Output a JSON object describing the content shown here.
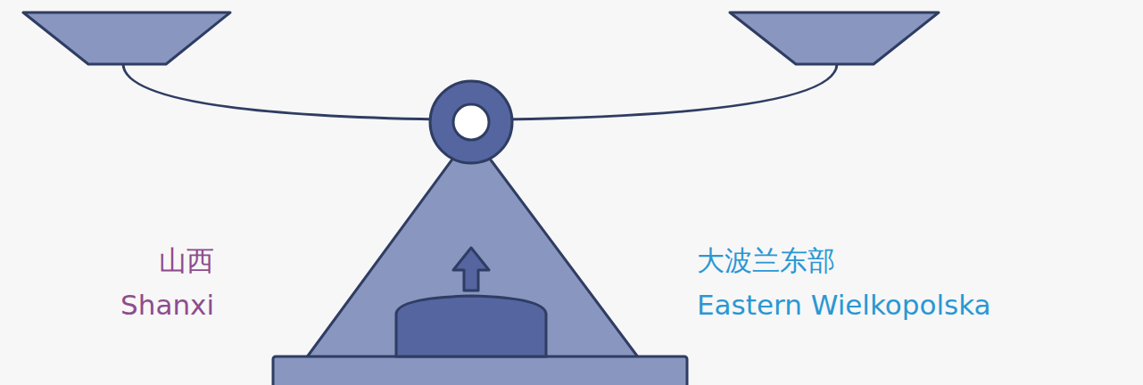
{
  "diagram": {
    "labels": [
      "山西",
      "Shanxi",
      "大波兰东部",
      "Eastern Wielkopolska"
    ]
  }
}
